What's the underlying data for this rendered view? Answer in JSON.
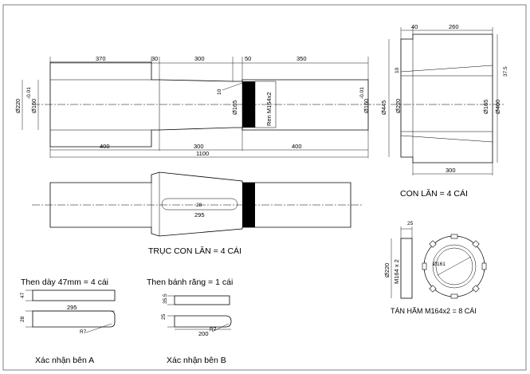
{
  "shaft": {
    "dims_top": [
      "370",
      "30",
      "300",
      "50",
      "350"
    ],
    "dims_bottom": [
      "400",
      "300",
      "400"
    ],
    "total": "1100",
    "dia_left_outer": "Ø220",
    "dia_left_tol": "-0.01",
    "dia_left_inner": "Ø160",
    "dia_mid": "Ø165",
    "chamfer": "10",
    "thread": "Ren M164x2",
    "dia_right_tol": "-0.01",
    "dia_right": "Ø160",
    "caption": "TRỤC CON  LĂN = 4 CÁI"
  },
  "shaft_view2": {
    "key_width": "28",
    "key_length": "295"
  },
  "roller": {
    "dim_40": "40",
    "dim_260": "260",
    "dim_10": "10",
    "dim_37_5": "37.5",
    "dia_445": "Ø445",
    "dia_220": "Ø220",
    "dia_165": "Ø165",
    "dia_400": "Ø400",
    "dim_300": "300",
    "caption": "CON  LĂN = 4 CÁI"
  },
  "nut": {
    "dim_25": "25",
    "dia_220": "Ø220",
    "thread": "M164 x 2",
    "dia_161": "Ø161",
    "caption": "TÁN HÃM M164x2 = 8 CÁI"
  },
  "key1": {
    "caption": "Then dày 47mm = 4 cái",
    "h": "47",
    "w": "28",
    "length": "295",
    "radius": "R7"
  },
  "key2": {
    "caption": "Then bánh răng = 1 cái",
    "h": "35.5",
    "w": "25",
    "length": "200",
    "radius": "R7"
  },
  "signatures": {
    "a": "Xác nhận bên A",
    "b": "Xác nhận bên B"
  }
}
